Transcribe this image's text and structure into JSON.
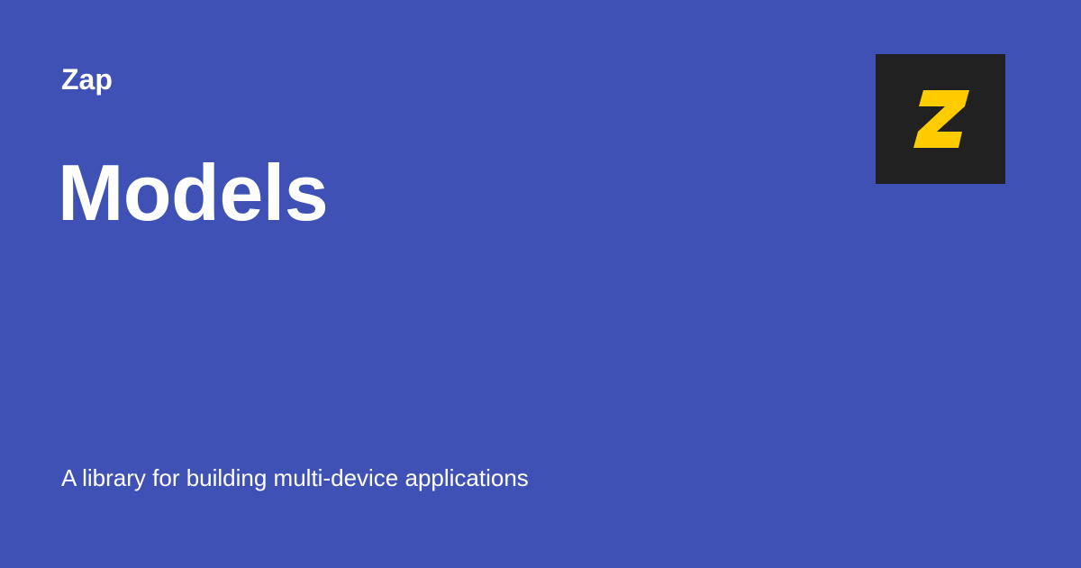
{
  "site": {
    "name": "Zap"
  },
  "page": {
    "title": "Models",
    "description": "A library for building multi-device applications"
  },
  "logo": {
    "icon": "zap-logo-icon",
    "letter": "Z",
    "background_color": "#212121",
    "letter_color": "#ffcc00"
  },
  "colors": {
    "background": "#3f51b5",
    "text": "#ffffff"
  }
}
